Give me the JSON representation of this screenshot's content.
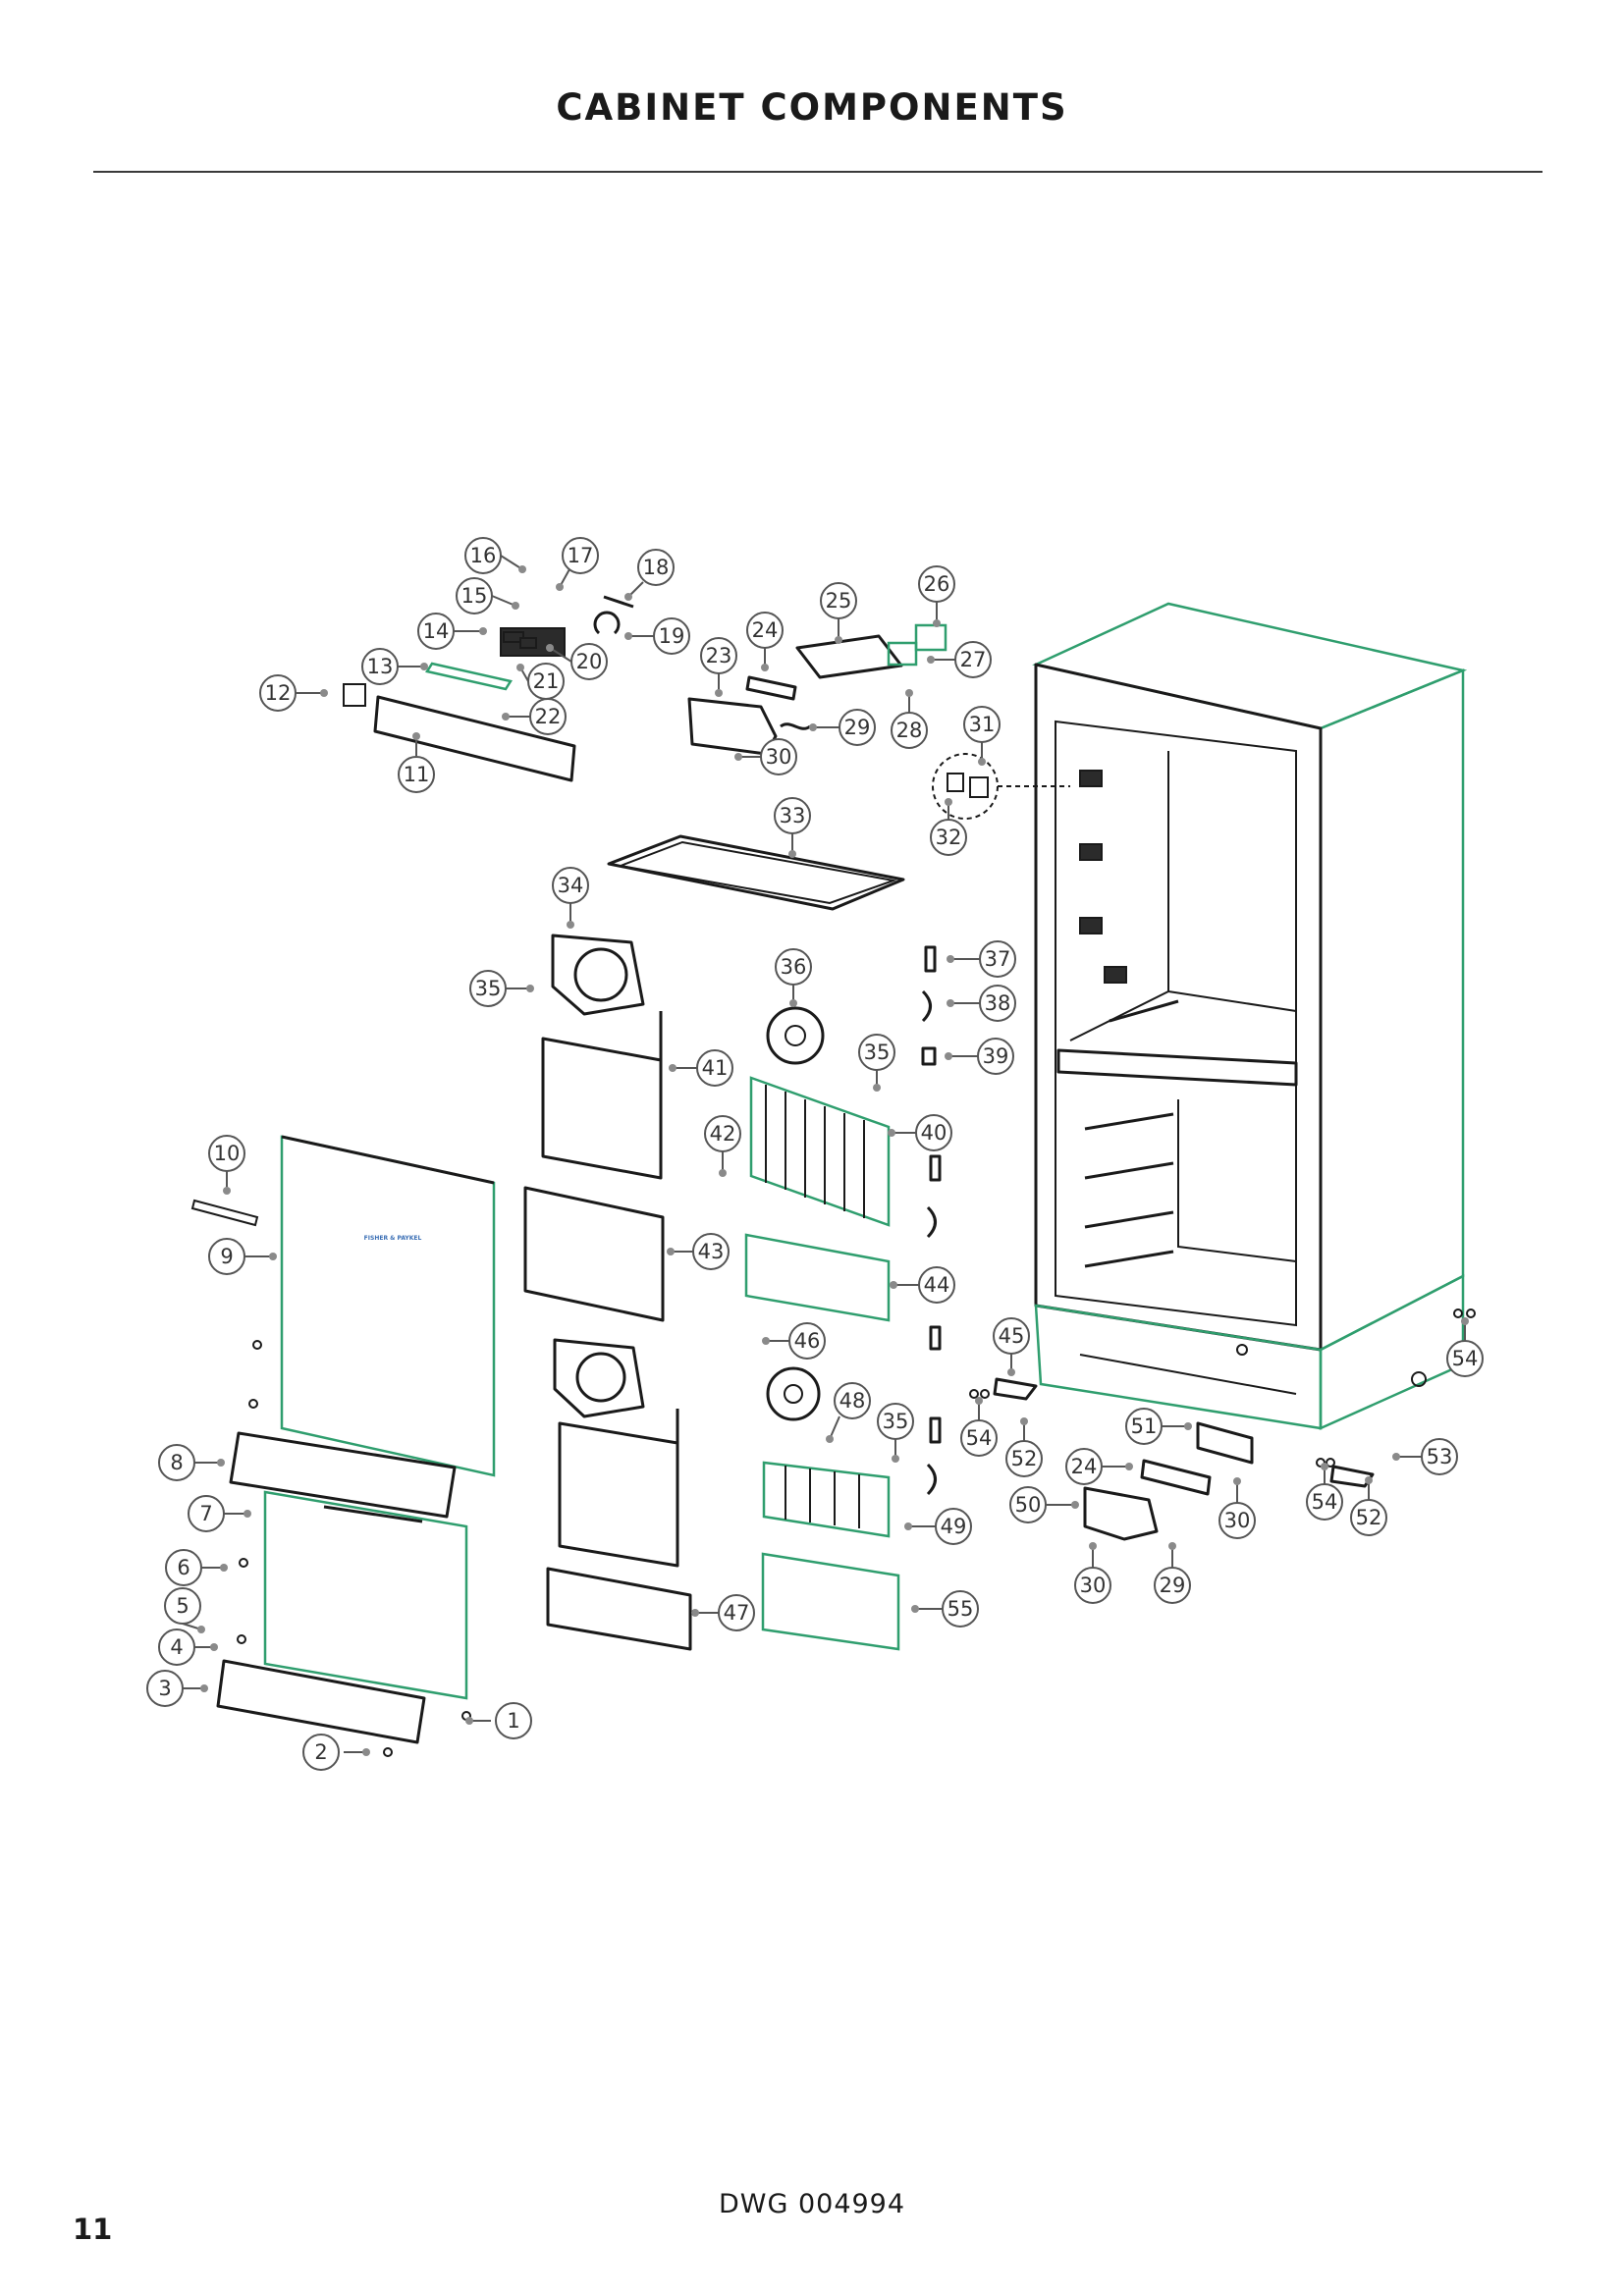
{
  "title": "CABINET COMPONENTS",
  "drawing_number": "DWG 004994",
  "page_number": "11",
  "panel_brand_text": "FISHER & PAYKEL",
  "colors": {
    "ink": "#1a1a1a",
    "callout_ring": "#555555",
    "leader_dot": "#8a8a8a",
    "outline_green": "#2f9e6e",
    "brand_blue": "#3b6fb5"
  },
  "callouts": [
    "1",
    "2",
    "3",
    "4",
    "5",
    "6",
    "7",
    "8",
    "9",
    "10",
    "11",
    "12",
    "13",
    "14",
    "15",
    "16",
    "17",
    "18",
    "19",
    "20",
    "21",
    "22",
    "23",
    "24",
    "25",
    "26",
    "27",
    "28",
    "29",
    "30",
    "31",
    "32",
    "33",
    "34",
    "35",
    "36",
    "37",
    "38",
    "39",
    "40",
    "41",
    "42",
    "43",
    "44",
    "45",
    "46",
    "47",
    "48",
    "49",
    "50",
    "51",
    "52",
    "53",
    "54",
    "55"
  ]
}
